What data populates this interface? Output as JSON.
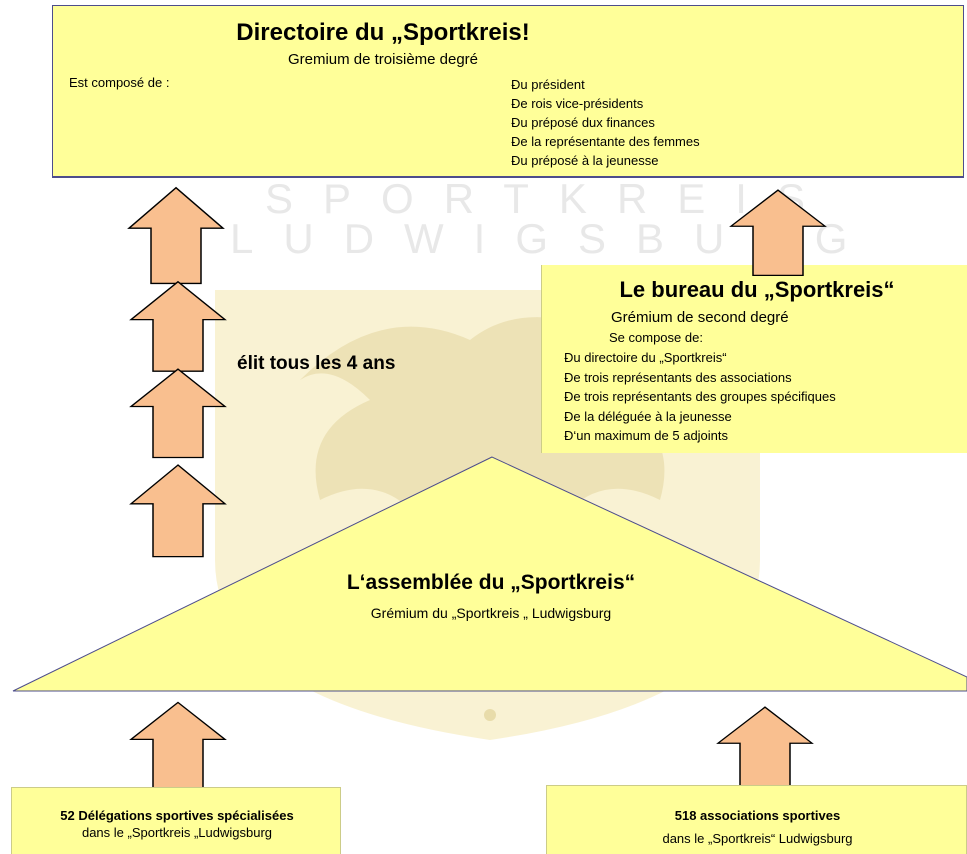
{
  "colors": {
    "box_fill": "#ffff99",
    "box_border": "#4d4d8c",
    "arrow_fill": "#f9bf8f",
    "arrow_stroke": "#000000",
    "crest_fill": "#f1e7b0"
  },
  "top": {
    "title": "Directoire du „Sportkreis!",
    "subtitle": "Gremium de troisième degré",
    "left_label": "Est composé de :",
    "items": [
      "Du président",
      "De rois vice-présidents",
      "Du préposé dux finances",
      "De la  représentante des femmes",
      "Du préposé à la jeunesse"
    ]
  },
  "bureau": {
    "title": "Le bureau du „Sportkreis“",
    "subtitle": "Grémium de second degré",
    "intro": "Se compose de:",
    "items": [
      "Du  directoire du „Sportkreis“",
      "De trois représentants des associations",
      "De trois représentants des groupes spécifiques",
      "De la déléguée à la jeunesse",
      "D‘un maximum de 5 adjoints"
    ]
  },
  "elect_label": "élit tous les 4 ans",
  "assembly": {
    "title": "L‘assemblée du „Sportkreis“",
    "subtitle": "Grémium du „Sportkreis „ Ludwigsburg"
  },
  "bottom_left": {
    "line1": "52 Délégations sportives spécialisées",
    "line2": "dans le „Sportkreis „Ludwigsburg"
  },
  "bottom_right": {
    "line1": "518 associations sportives",
    "line2": "dans le „Sportkreis“ Ludwigsburg"
  },
  "watermark": {
    "line1": "SPORTKREIS",
    "line2": "LUDWIGSBURG"
  }
}
